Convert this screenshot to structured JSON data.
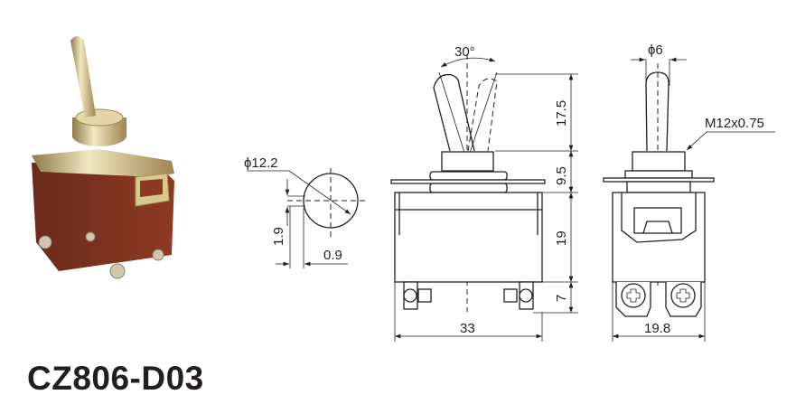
{
  "product": {
    "model": "CZ806-D03"
  },
  "colors": {
    "line": "#231f20",
    "body_brown": "#7a2e1c",
    "metal_gold": "#c9b27a"
  },
  "dimensions": {
    "circle_diameter": "ϕ12.2",
    "key_height": "1.9",
    "key_width": "0.9",
    "lever_angle": "30°",
    "lever_length": "17.5",
    "bushing_height": "9.5",
    "body_height": "19",
    "terminal_height": "7",
    "body_width": "33",
    "lever_diameter": "ϕ6",
    "thread": "M12x0.75",
    "body_depth": "19.8"
  }
}
